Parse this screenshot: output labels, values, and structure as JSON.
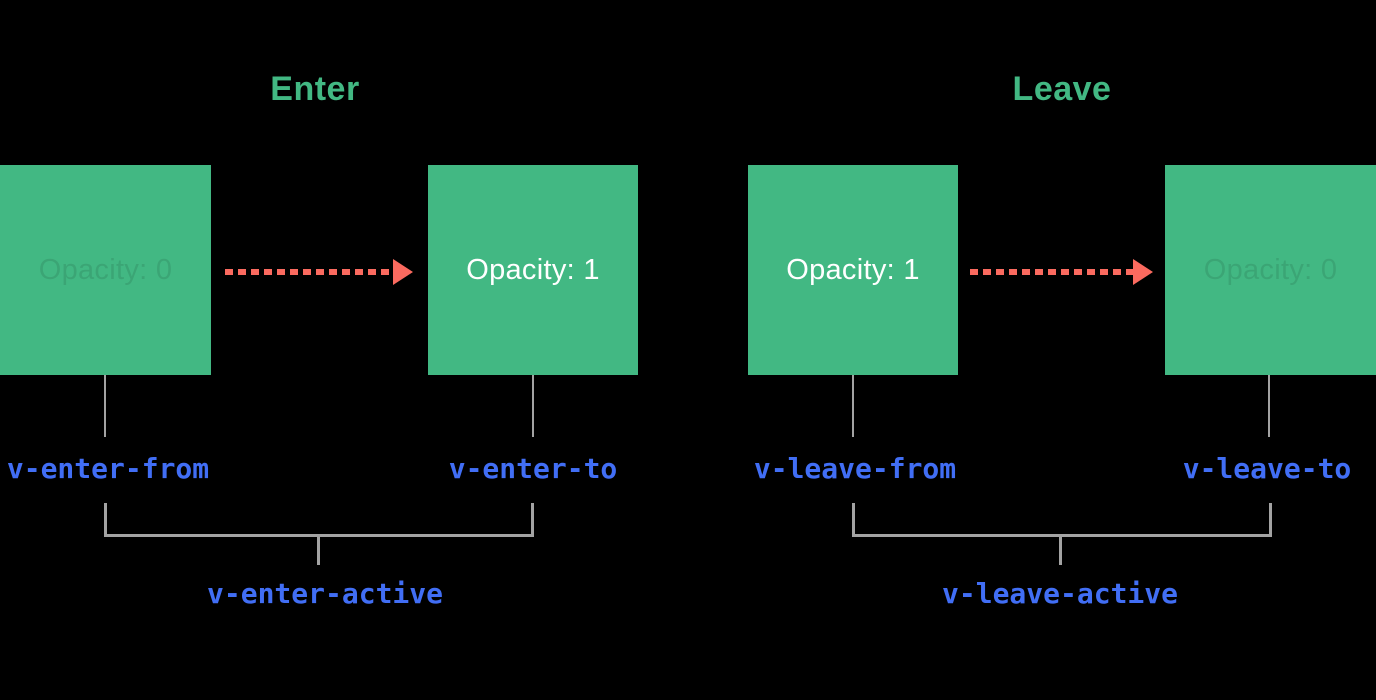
{
  "diagram": {
    "enter": {
      "title": "Enter",
      "from_box_label": "Opacity: 0",
      "to_box_label": "Opacity: 1",
      "from_class": "v-enter-from",
      "to_class": "v-enter-to",
      "active_class": "v-enter-active"
    },
    "leave": {
      "title": "Leave",
      "from_box_label": "Opacity: 1",
      "to_box_label": "Opacity: 0",
      "from_class": "v-leave-from",
      "to_class": "v-leave-to",
      "active_class": "v-leave-active"
    },
    "colors": {
      "green": "#42b883",
      "arrow_red": "#fb6a5f",
      "label_blue": "#416ef5",
      "line_gray": "#a3a3a3",
      "background": "#000000"
    }
  }
}
